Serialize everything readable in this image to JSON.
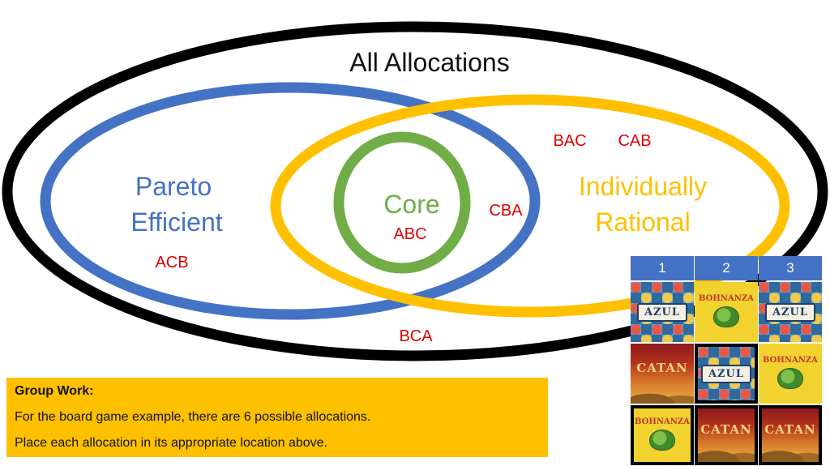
{
  "diagram": {
    "title": "All Allocations",
    "sets": {
      "pareto": {
        "line1": "Pareto",
        "line2": "Efficient",
        "color": "#4472c4"
      },
      "rational": {
        "line1": "Individually",
        "line2": "Rational",
        "color": "#ffc000"
      },
      "core": {
        "label": "Core",
        "color": "#70ad47"
      },
      "all": {
        "color": "#000000"
      }
    },
    "allocations": {
      "bac": "BAC",
      "cab": "CAB",
      "cba": "CBA",
      "abc": "ABC",
      "acb": "ACB",
      "bca": "BCA"
    },
    "allocation_color": "#e00000"
  },
  "game_grid": {
    "headers": [
      "1",
      "2",
      "3"
    ],
    "rows": [
      [
        {
          "game": "azul",
          "title": "AZUL",
          "framed": false
        },
        {
          "game": "bohnanza",
          "title": "BOHNANZA",
          "framed": false
        },
        {
          "game": "azul",
          "title": "AZUL",
          "framed": false
        }
      ],
      [
        {
          "game": "catan",
          "title": "CATAN",
          "framed": false
        },
        {
          "game": "azul",
          "title": "AZUL",
          "framed": true
        },
        {
          "game": "bohnanza",
          "title": "BOHNANZA",
          "framed": false
        }
      ],
      [
        {
          "game": "bohnanza",
          "title": "BOHNANZA",
          "framed": true
        },
        {
          "game": "catan",
          "title": "CATAN",
          "framed": true
        },
        {
          "game": "catan",
          "title": "CATAN",
          "framed": true
        }
      ]
    ],
    "header_color": "#4472c4"
  },
  "group_work": {
    "title": "Group Work:",
    "line1": "For the board game example, there are 6 possible allocations.",
    "line2": "Place each allocation in its appropriate location above.",
    "color": "#ffc000"
  }
}
